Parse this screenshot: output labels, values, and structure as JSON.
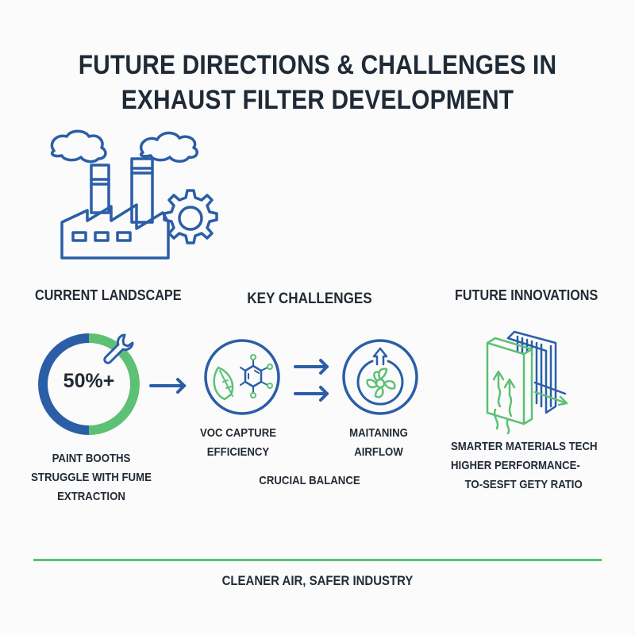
{
  "title": {
    "line1": "FUTURE DIRECTIONS & CHALLENGES IN",
    "line2": "EXHAUST FILTER DEVELOPMENT"
  },
  "colors": {
    "blue": "#2b5ea7",
    "green": "#5cc174",
    "text": "#222b35"
  },
  "hero_icon": "factory-with-gear-icon",
  "sections": {
    "current": {
      "header": "CURRENT LANDSCAPE",
      "stat": "50%+",
      "icon": "wrench-icon",
      "desc_lines": [
        "PAINT BOOTHS",
        "STRUGGLE WITH FUME",
        "EXTRACTION"
      ]
    },
    "challenges": {
      "header": "KEY CHALLENGES",
      "items": [
        {
          "icon": "voc-molecule-leaf-icon",
          "lines": [
            "VOC CAPTURE",
            "EFFICIENCY"
          ]
        },
        {
          "icon": "fan-airflow-icon",
          "lines": [
            "MAITANING",
            "AIRFLOW"
          ]
        }
      ],
      "caption": "CRUCIAL BALANCE"
    },
    "future": {
      "header": "FUTURE INNOVATIONS",
      "icon": "layered-filter-icon",
      "desc_lines": [
        "SMARTER MATERIALS TECH",
        "HIGHER PERFORMANCE-",
        "TO-SESFT GETY RATIO"
      ]
    }
  },
  "footer": {
    "tagline": "CLEANER AIR, SAFER INDUSTRY"
  }
}
